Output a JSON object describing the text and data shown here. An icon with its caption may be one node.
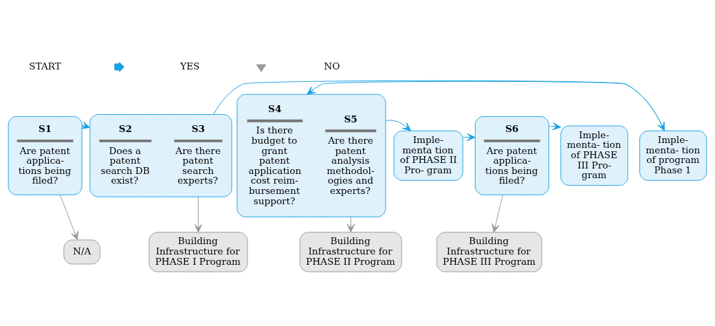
{
  "diagram": {
    "nodes": [
      {
        "text": [
          "S1",
          "Are patent applica- tions being filed?"
        ]
      },
      {
        "text": [],
        "shape": "box"
      },
      {
        "text": [
          "S2",
          "Does a patent search DB exist?"
        ],
        "in": 1
      },
      {
        "text": [
          "S3",
          "Are there patent search experts?"
        ],
        "in": 1
      },
      {
        "text": [
          "Imple- menta- tion of program Phase 1"
        ]
      },
      {
        "text": [],
        "shape": "box"
      },
      {
        "text": [
          "S4",
          "Is there budget to grant patent application cost reim- bursement support?"
        ],
        "in": 5
      },
      {
        "text": [
          "S5",
          "Are there patent analysis methodol- ogies and experts?"
        ],
        "in": 5
      },
      {
        "text": [
          "Imple- menta tion of PHASE II Pro- gram"
        ]
      },
      {
        "text": [
          "S6",
          "Are patent applica- tions being filed?"
        ]
      },
      {
        "text": [
          "Imple- menta- tion of PHASE III Pro- gram"
        ]
      },
      {
        "text": [
          "N/A"
        ]
      },
      {
        "text": [
          "Building Infrastructure for PHASE I Program"
        ]
      },
      {
        "text": [
          "Building Infrastructure for PHASE II Program"
        ]
      },
      {
        "text": [
          "Building Infrastructure for PHASE III Program"
        ]
      }
    ],
    "edges": [
      {
        "from": 0,
        "to": 1,
        "arrow": "to"
      },
      {
        "from": 1,
        "to": 4,
        "arrow": "to"
      },
      {
        "from": 4,
        "to": 5,
        "arrow": "to"
      },
      {
        "from": 5,
        "to": 8,
        "arrow": "to"
      },
      {
        "from": 8,
        "to": 9,
        "arrow": "to"
      },
      {
        "from": 9,
        "to": 10,
        "arrow": "to"
      },
      {
        "from": 0,
        "to": 11,
        "arrow": "to",
        "color": "#999999"
      },
      {
        "from": 1,
        "to": 12,
        "arrow": "to",
        "color": "#999999"
      },
      {
        "from": 5,
        "to": 13,
        "arrow": "to",
        "color": "#999999"
      },
      {
        "from": 9,
        "to": 14,
        "arrow": "to",
        "color": "#999999"
      }
    ],
    "labels": [
      "START"
    ],
    "legend": [
      {
        "text": "YES"
      },
      {
        "text": "NO"
      }
    ]
  }
}
